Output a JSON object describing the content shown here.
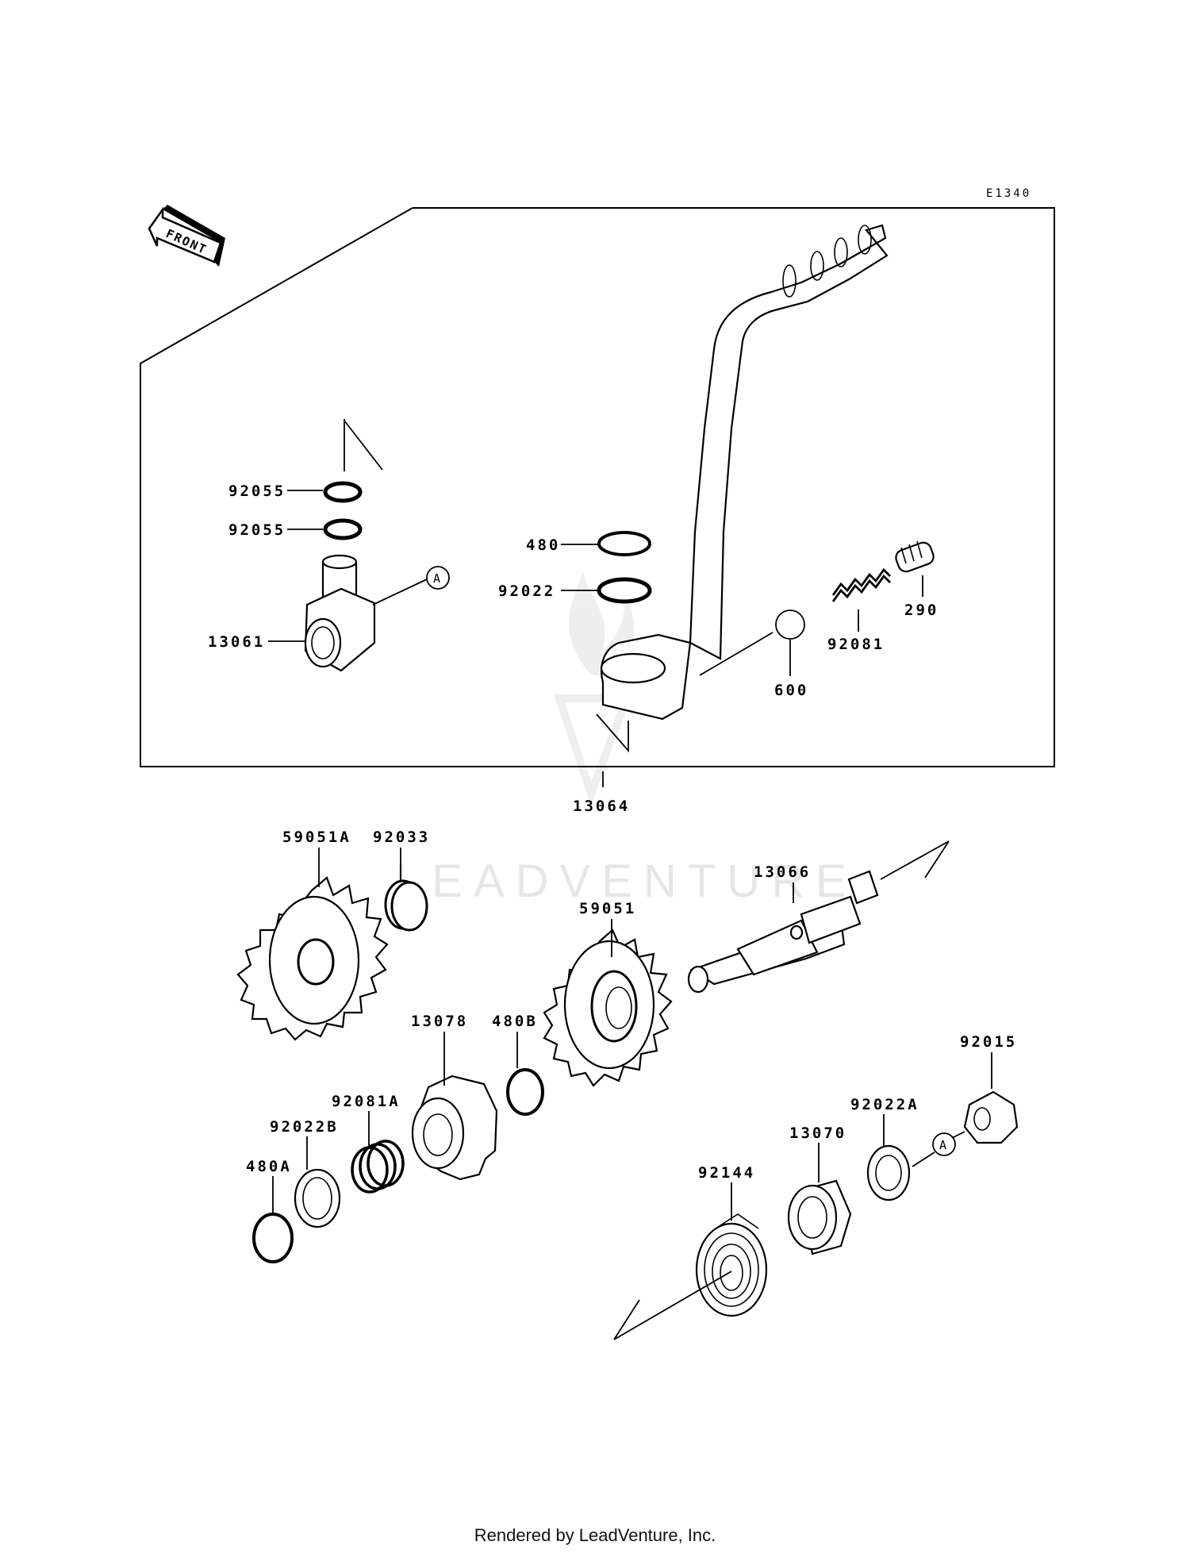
{
  "diagram_code": "E1340",
  "front_arrow": "FRONT",
  "callout_ref": "A",
  "watermark": "LEADVENTURE",
  "footer": "Rendered by LeadVenture, Inc.",
  "parts": {
    "p92055a": "92055",
    "p92055b": "92055",
    "p13061": "13061",
    "p480": "480",
    "p92022": "92022",
    "p92081": "92081",
    "p290": "290",
    "p600": "600",
    "p13064": "13064",
    "p59051A": "59051A",
    "p92033": "92033",
    "p13066": "13066",
    "p59051": "59051",
    "p480B": "480B",
    "p13078": "13078",
    "p92081A": "92081A",
    "p92022B": "92022B",
    "p480A": "480A",
    "p92015": "92015",
    "p92022A": "92022A",
    "p13070": "13070",
    "p92144": "92144"
  },
  "icons": [
    "front-arrow-icon",
    "watermark-flame-icon"
  ]
}
